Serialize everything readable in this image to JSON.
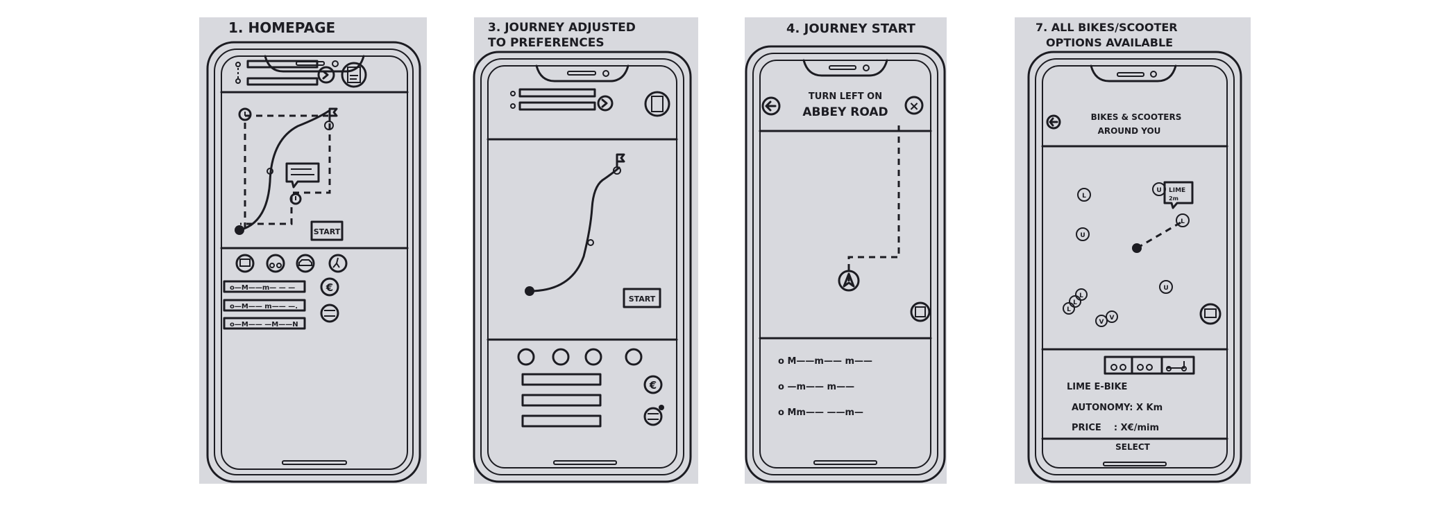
{
  "screens": [
    {
      "title": "1. HOMEPAGE",
      "start_label": "START",
      "fare_icon": "€",
      "route_rows": [
        "o—M——m— — —",
        "o—M—— m—— —.",
        "o—M—— —M——N"
      ]
    },
    {
      "title_line1": "3. JOURNEY ADJUSTED",
      "title_line2": "TO PREFERENCES",
      "start_label": "START",
      "fare_icon": "€"
    },
    {
      "title": "4. JOURNEY START",
      "instruction_line1": "TURN LEFT ON",
      "instruction_line2": "ABBEY ROAD",
      "close_icon": "×",
      "route_rows": [
        "o M——m—— m——",
        "o —m—— m——",
        "o Mm—— ——m—"
      ]
    },
    {
      "title_line1": "7. ALL BIKES/SCOOTER",
      "title_line2": "OPTIONS AVAILABLE",
      "header_line1": "BIKES & SCOOTERS",
      "header_line2": "AROUND YOU",
      "popup_line1": "LIME",
      "popup_line2": "2m",
      "marker_labels": [
        "L",
        "U",
        "L",
        "U",
        "U",
        "L",
        "L",
        "L",
        "V",
        "V"
      ],
      "vehicle_name": "LIME E-BIKE",
      "autonomy": "AUTONOMY: X Km",
      "price": "PRICE    : X€/mim",
      "select_label": "SELECT"
    }
  ]
}
